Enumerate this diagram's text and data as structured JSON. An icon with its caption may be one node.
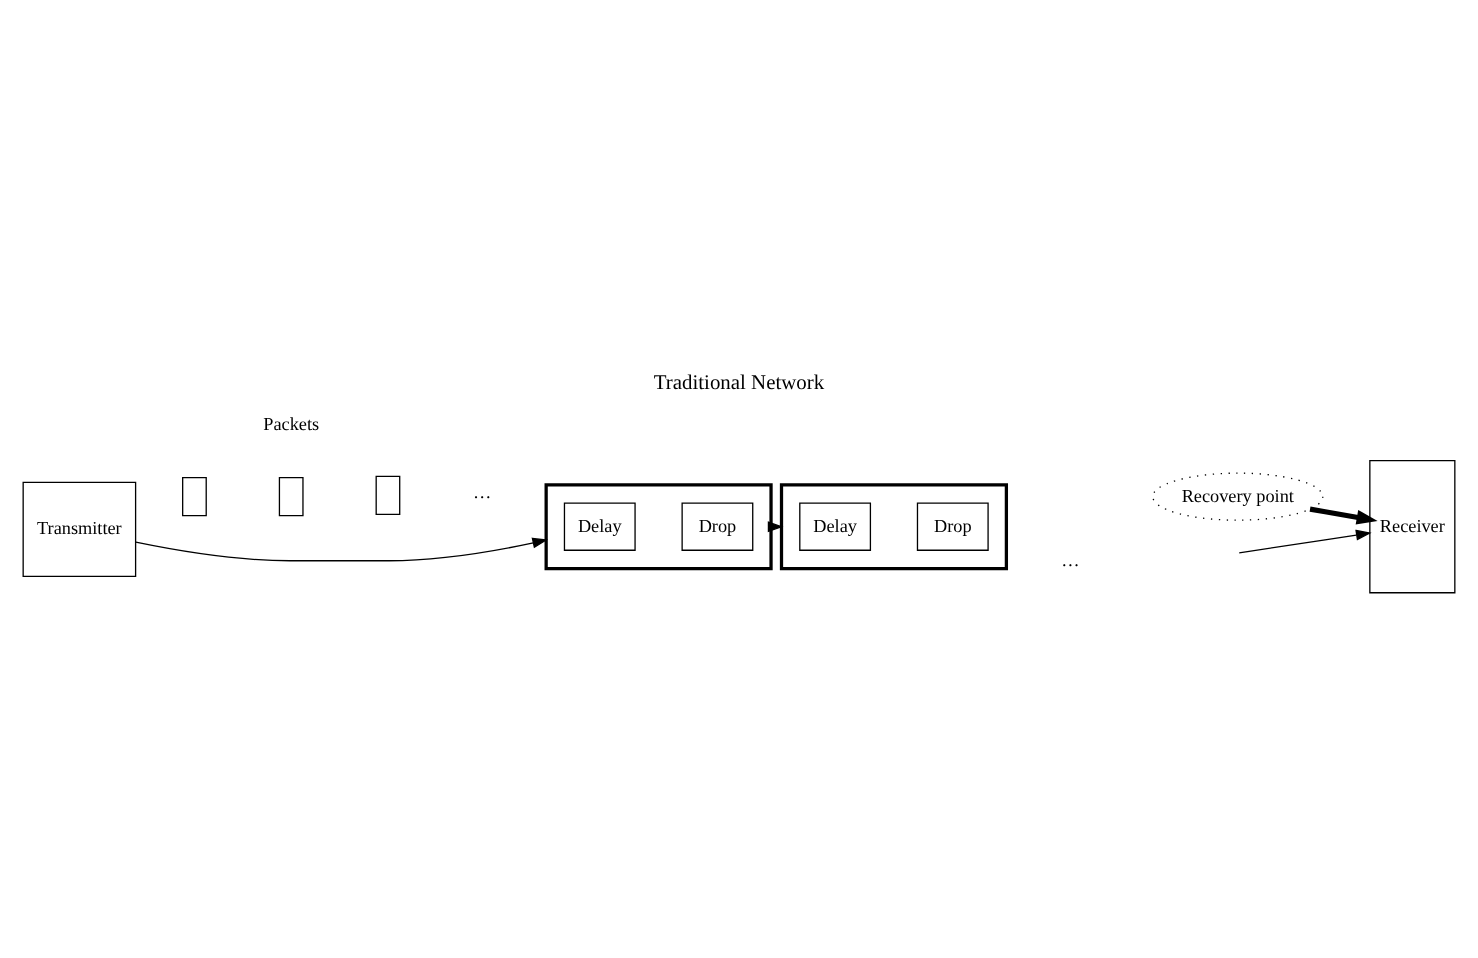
{
  "diagram": {
    "title": "Traditional Network",
    "nodes": [
      {
        "text": [
          "Transmitter"
        ]
      },
      {
        "text": [],
        "shape": "box"
      },
      {
        "text": [],
        "shape": "box"
      },
      {
        "text": [],
        "shape": "box"
      },
      {
        "text": [],
        "shape": "box"
      },
      {
        "text": [
          "Delay"
        ],
        "in": 4
      },
      {
        "text": [
          "Drop"
        ],
        "in": 4
      },
      {
        "text": [],
        "shape": "box"
      },
      {
        "text": [
          "Delay"
        ],
        "in": 7
      },
      {
        "text": [
          "Drop"
        ],
        "in": 7
      },
      {
        "text": [
          "Receiver"
        ]
      },
      {
        "text": [
          "Recovery point"
        ]
      }
    ],
    "edges": [
      {
        "from": 0,
        "to": 4,
        "arrow": "to"
      },
      {
        "from": 4,
        "to": 7,
        "arrow": "to"
      },
      {
        "from": null,
        "to": 10,
        "arrow": "to"
      },
      {
        "from": 11,
        "to": 10,
        "arrow": "to",
        "style": "thick"
      }
    ],
    "labels": [
      "Packets",
      "…",
      "…"
    ]
  }
}
